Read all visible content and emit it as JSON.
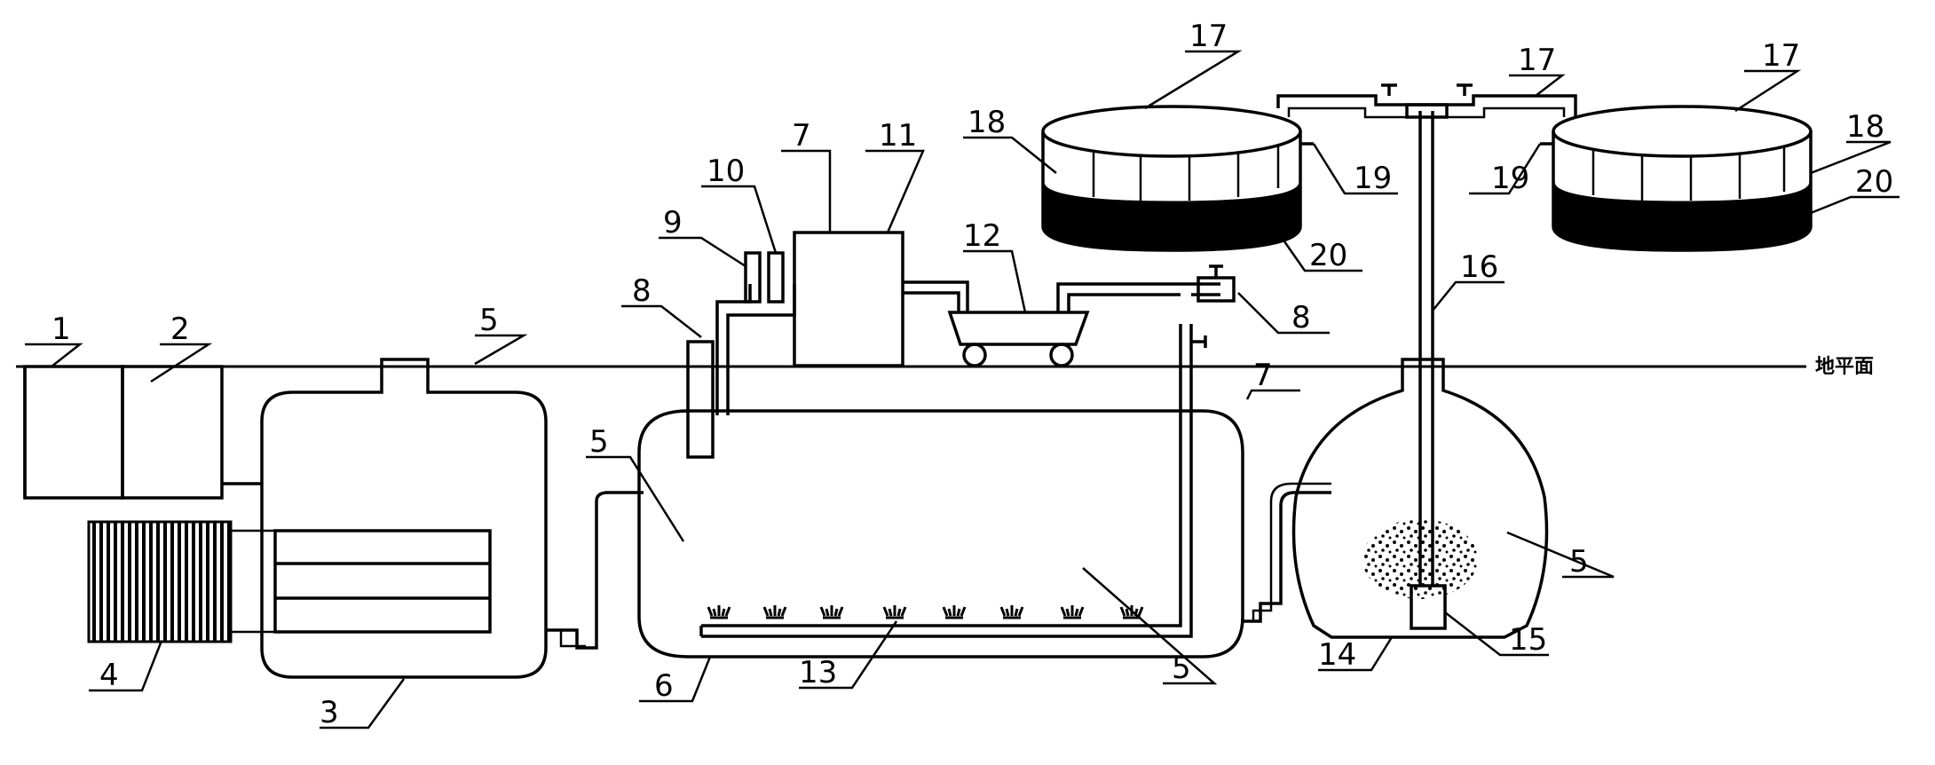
{
  "ground_label": "地平面",
  "labels": [
    {
      "id": "l1",
      "text": "1"
    },
    {
      "id": "l2",
      "text": "2"
    },
    {
      "id": "l3",
      "text": "3"
    },
    {
      "id": "l4",
      "text": "4"
    },
    {
      "id": "l5a",
      "text": "5"
    },
    {
      "id": "l5b",
      "text": "5"
    },
    {
      "id": "l5c",
      "text": "5"
    },
    {
      "id": "l5d",
      "text": "5"
    },
    {
      "id": "l6",
      "text": "6"
    },
    {
      "id": "l7a",
      "text": "7"
    },
    {
      "id": "l7b",
      "text": "7"
    },
    {
      "id": "l8a",
      "text": "8"
    },
    {
      "id": "l8b",
      "text": "8"
    },
    {
      "id": "l9",
      "text": "9"
    },
    {
      "id": "l10",
      "text": "10"
    },
    {
      "id": "l11",
      "text": "11"
    },
    {
      "id": "l12",
      "text": "12"
    },
    {
      "id": "l13",
      "text": "13"
    },
    {
      "id": "l14",
      "text": "14"
    },
    {
      "id": "l15",
      "text": "15"
    },
    {
      "id": "l16",
      "text": "16"
    },
    {
      "id": "l17a",
      "text": "17"
    },
    {
      "id": "l17b",
      "text": "17"
    },
    {
      "id": "l17c",
      "text": "17"
    },
    {
      "id": "l18a",
      "text": "18"
    },
    {
      "id": "l18b",
      "text": "18"
    },
    {
      "id": "l19a",
      "text": "19"
    },
    {
      "id": "l19b",
      "text": "19"
    },
    {
      "id": "l20a",
      "text": "20"
    },
    {
      "id": "l20b",
      "text": "20"
    }
  ]
}
